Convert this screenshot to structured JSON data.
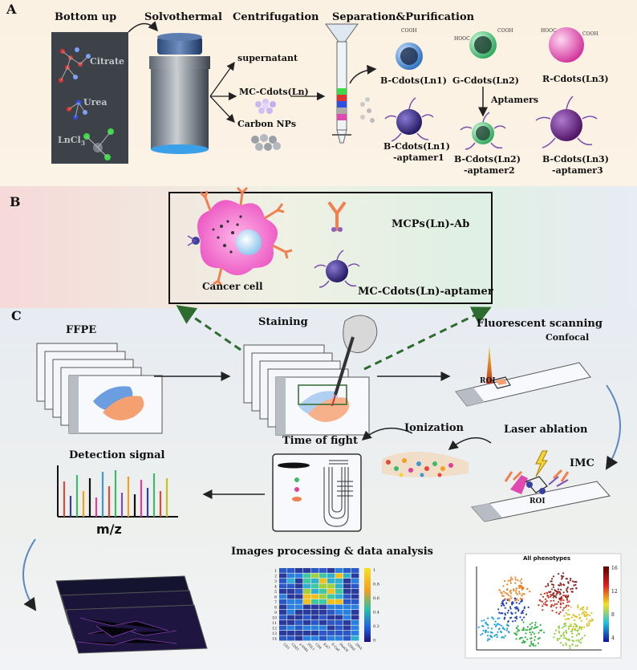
{
  "panels": {
    "a": "A",
    "b": "B",
    "c": "C"
  },
  "panel_a": {
    "bottom_up": "Bottom up",
    "solvothermal": "Solvothermal",
    "centrifugation": "Centrifugation",
    "separation": "Separation&Purification",
    "citrate": "Citrate",
    "urea": "Urea",
    "lncl3": "LnCl",
    "lncl3_sub": "3",
    "supernatant": "supernatant",
    "mc_cdots": "MC-Cdots(Ln)",
    "carbon_nps": "Carbon NPs",
    "b_cdots": "B-Cdots(Ln1)",
    "g_cdots": "G-Cdots(Ln2)",
    "r_cdots": "R-Cdots(Ln3)",
    "aptamers": "Aptamers",
    "b_apt1_l1": "B-Cdots(Ln1)",
    "b_apt1_l2": "-aptamer1",
    "b_apt2_l1": "B-Cdots(Ln2)",
    "b_apt2_l2": "-aptamer2",
    "b_apt3_l1": "B-Cdots(Ln3)",
    "b_apt3_l2": "-aptamer3",
    "cooh": "COOH",
    "hooc": "HOOC"
  },
  "panel_b": {
    "mcps": "MCPs(Ln)-Ab",
    "cancer_cell": "Cancer cell",
    "mc_apt": "MC-Cdots(Ln)-aptamer"
  },
  "panel_c": {
    "ffpe": "FFPE",
    "staining": "Staining",
    "fluorescent": "Fluorescent scanning",
    "confocal": "Confocal",
    "roi": "ROI",
    "laser": "Laser ablation",
    "ionization": "Ionization",
    "tof": "Time of fight",
    "imc": "IMC",
    "detection": "Detection signal",
    "mz": "m/z",
    "images": "Images processing & data analysis",
    "all_phenotypes": "All phenotypes"
  },
  "heatmap": {
    "rows": [
      "1",
      "2",
      "3",
      "4",
      "5",
      "6",
      "7",
      "8",
      "9",
      "10",
      "11",
      "12",
      "13",
      "14"
    ],
    "cols": [
      "CD3",
      "CD45",
      "a-SMA",
      "PDL1",
      "CD4",
      "Ki67",
      "E-Cad",
      "PanCK",
      "CD68",
      "DNA"
    ],
    "colorbar_ticks": [
      "1",
      "0.8",
      "0.6",
      "0.4",
      "0.2",
      "0"
    ]
  },
  "tsne": {
    "colorbar_ticks": [
      "16",
      "12",
      "8",
      "4"
    ]
  },
  "colors": {
    "pink_cell": "#f06ac8",
    "antibody": "#f08050",
    "aptamer": "#7a4fb0",
    "arrow_green": "#2e6b2e",
    "blue_dot": "#3a9ad9",
    "green_dot": "#3dbb6a",
    "red_dot": "#e0409a"
  }
}
